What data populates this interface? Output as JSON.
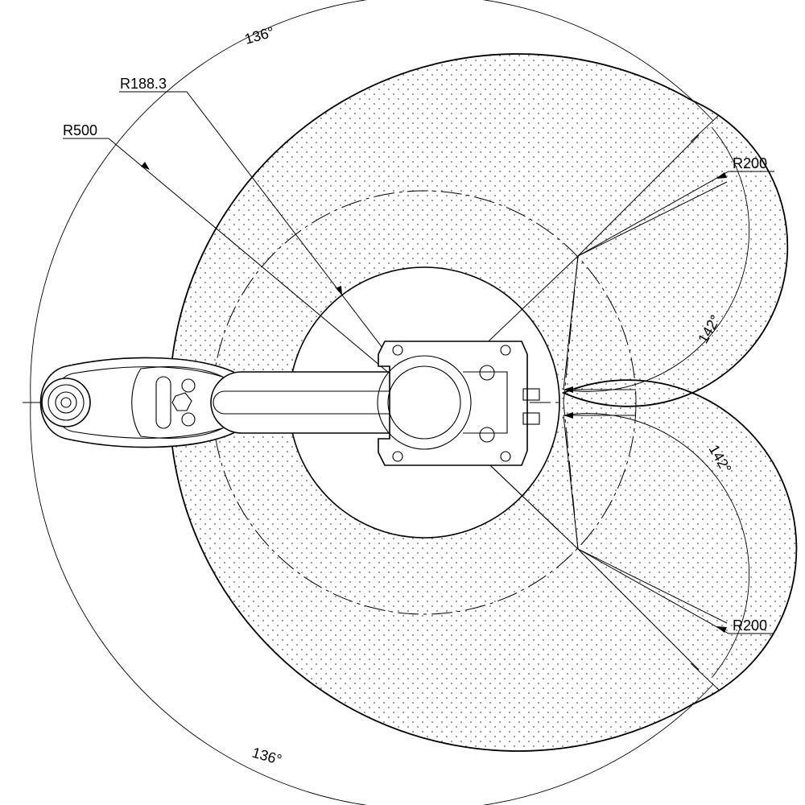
{
  "labels": {
    "r_outer": "R500",
    "r_inner": "R188.3",
    "r_top_lobe": "R200",
    "r_bottom_lobe": "R200",
    "angle_top_outer": "136°",
    "angle_bottom_outer": "136°",
    "angle_top_lobe": "142°",
    "angle_bottom_lobe": "142°"
  }
}
